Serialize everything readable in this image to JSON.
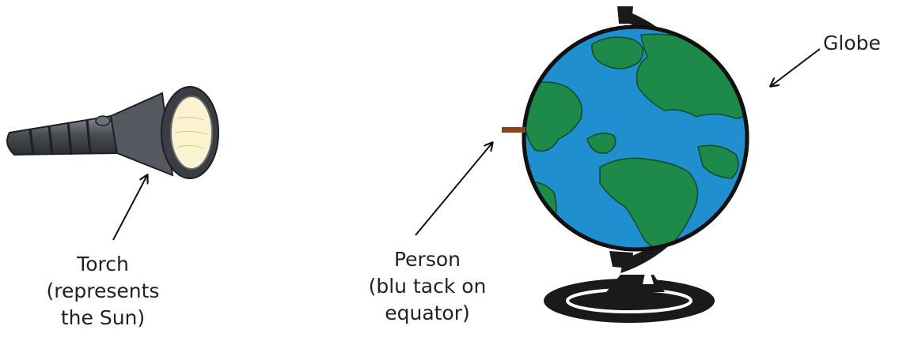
{
  "labels": {
    "torch": [
      "Torch",
      "(represents",
      "the Sun)"
    ],
    "person": [
      "Person",
      "(blu tack on",
      "equator)"
    ],
    "globe": "Globe"
  },
  "colors": {
    "ocean": "#1f8fd0",
    "land": "#1e8a4a",
    "stand": "#1a1a1a",
    "blu_tack": "#8b4513",
    "torch_lens": "#fbf3cf",
    "torch_body": "#5b6066"
  },
  "icons": [
    "torch-icon",
    "globe-icon",
    "arrow-icon"
  ]
}
